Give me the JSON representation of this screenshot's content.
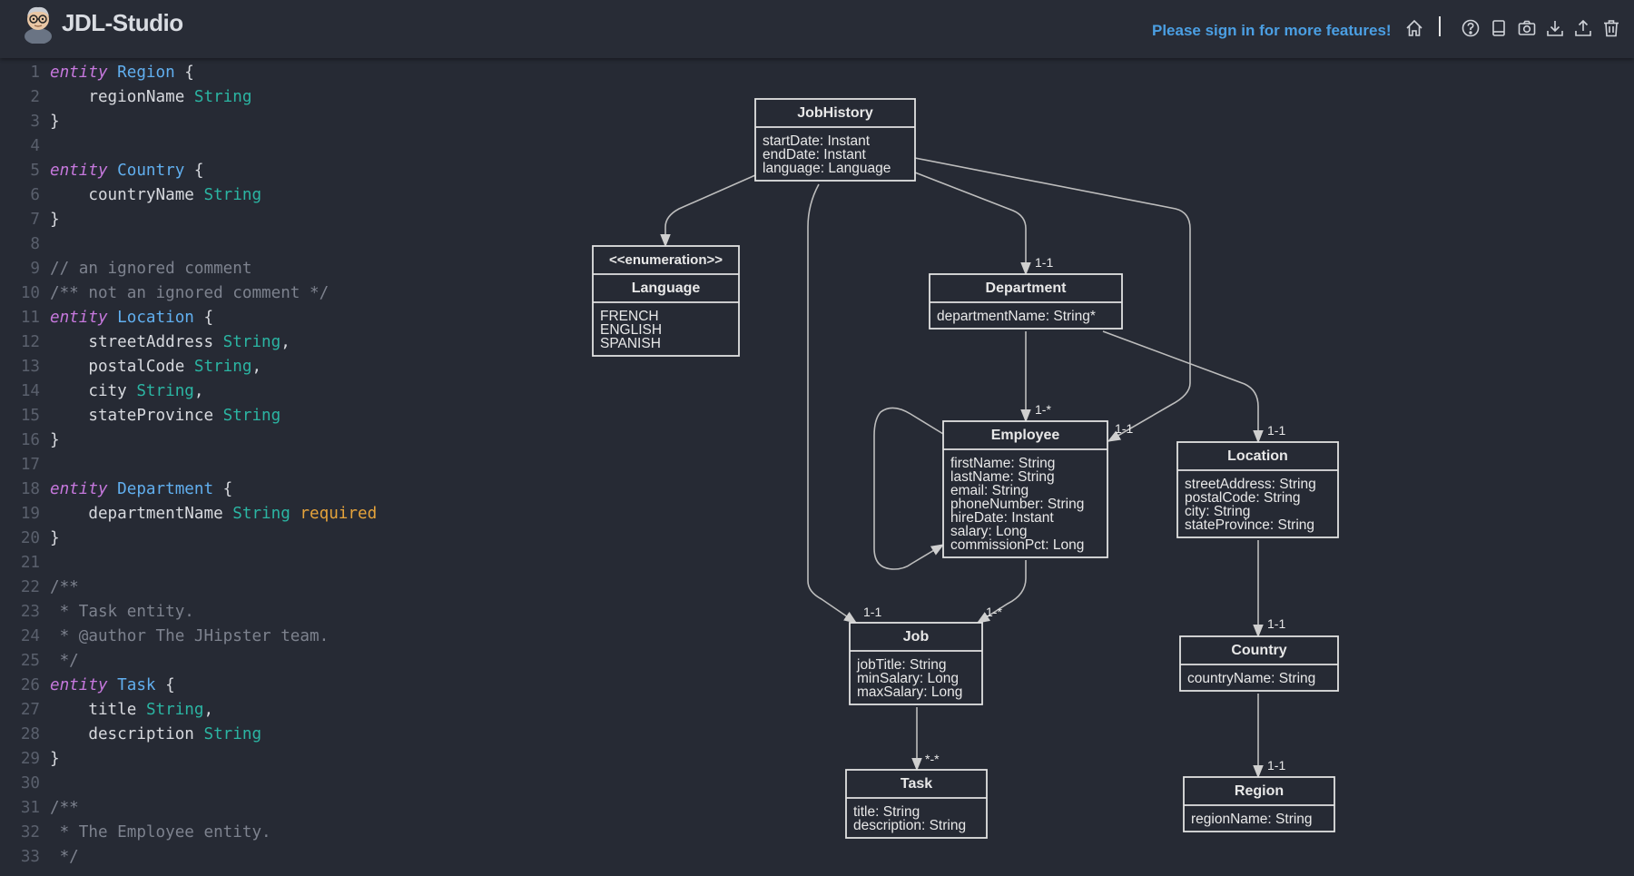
{
  "header": {
    "title": "JDL-Studio",
    "signin": "Please sign in for more features!",
    "icons": [
      "home-icon",
      "help-icon",
      "bookmark-icon",
      "camera-icon",
      "download-icon",
      "upload-icon",
      "trash-icon"
    ]
  },
  "colors": {
    "background": "#262a34",
    "keyword": "#c678dd",
    "entity_name": "#61afef",
    "type": "#2bb5a3",
    "required": "#e5a33b",
    "comment": "#7d828e",
    "link": "#4b9fe3"
  },
  "editor": {
    "lines": [
      [
        [
          "kw",
          "entity"
        ],
        [
          "p",
          " "
        ],
        [
          "ent",
          "Region"
        ],
        [
          "p",
          " {"
        ]
      ],
      [
        [
          "p",
          "    "
        ],
        [
          "f",
          "regionName"
        ],
        [
          "p",
          " "
        ],
        [
          "type",
          "String"
        ]
      ],
      [
        [
          "p",
          "}"
        ]
      ],
      [],
      [
        [
          "kw",
          "entity"
        ],
        [
          "p",
          " "
        ],
        [
          "ent",
          "Country"
        ],
        [
          "p",
          " {"
        ]
      ],
      [
        [
          "p",
          "    "
        ],
        [
          "f",
          "countryName"
        ],
        [
          "p",
          " "
        ],
        [
          "type",
          "String"
        ]
      ],
      [
        [
          "p",
          "}"
        ]
      ],
      [],
      [
        [
          "com",
          "// an ignored comment"
        ]
      ],
      [
        [
          "com",
          "/** not an ignored comment */"
        ]
      ],
      [
        [
          "kw",
          "entity"
        ],
        [
          "p",
          " "
        ],
        [
          "ent",
          "Location"
        ],
        [
          "p",
          " {"
        ]
      ],
      [
        [
          "p",
          "    "
        ],
        [
          "f",
          "streetAddress"
        ],
        [
          "p",
          " "
        ],
        [
          "type",
          "String"
        ],
        [
          "p",
          ","
        ]
      ],
      [
        [
          "p",
          "    "
        ],
        [
          "f",
          "postalCode"
        ],
        [
          "p",
          " "
        ],
        [
          "type",
          "String"
        ],
        [
          "p",
          ","
        ]
      ],
      [
        [
          "p",
          "    "
        ],
        [
          "f",
          "city"
        ],
        [
          "p",
          " "
        ],
        [
          "type",
          "String"
        ],
        [
          "p",
          ","
        ]
      ],
      [
        [
          "p",
          "    "
        ],
        [
          "f",
          "stateProvince"
        ],
        [
          "p",
          " "
        ],
        [
          "type",
          "String"
        ]
      ],
      [
        [
          "p",
          "}"
        ]
      ],
      [],
      [
        [
          "kw",
          "entity"
        ],
        [
          "p",
          " "
        ],
        [
          "ent",
          "Department"
        ],
        [
          "p",
          " {"
        ]
      ],
      [
        [
          "p",
          "    "
        ],
        [
          "f",
          "departmentName"
        ],
        [
          "p",
          " "
        ],
        [
          "type",
          "String"
        ],
        [
          "p",
          " "
        ],
        [
          "req",
          "required"
        ]
      ],
      [
        [
          "p",
          "}"
        ]
      ],
      [],
      [
        [
          "com",
          "/**"
        ]
      ],
      [
        [
          "com",
          " * Task entity."
        ]
      ],
      [
        [
          "com",
          " * @author The JHipster team."
        ]
      ],
      [
        [
          "com",
          " */"
        ]
      ],
      [
        [
          "kw",
          "entity"
        ],
        [
          "p",
          " "
        ],
        [
          "ent",
          "Task"
        ],
        [
          "p",
          " {"
        ]
      ],
      [
        [
          "p",
          "    "
        ],
        [
          "f",
          "title"
        ],
        [
          "p",
          " "
        ],
        [
          "type",
          "String"
        ],
        [
          "p",
          ","
        ]
      ],
      [
        [
          "p",
          "    "
        ],
        [
          "f",
          "description"
        ],
        [
          "p",
          " "
        ],
        [
          "type",
          "String"
        ]
      ],
      [
        [
          "p",
          "}"
        ]
      ],
      [],
      [
        [
          "com",
          "/**"
        ]
      ],
      [
        [
          "com",
          " * The Employee entity."
        ]
      ],
      [
        [
          "com",
          " */"
        ]
      ]
    ]
  },
  "diagram": {
    "boxes": [
      {
        "id": "jobhistory",
        "stereotype": "",
        "title": "JobHistory",
        "fields": [
          "startDate: Instant",
          "endDate: Instant",
          "language: Language"
        ]
      },
      {
        "id": "language",
        "stereotype": "<<enumeration>>",
        "title": "Language",
        "fields": [
          "FRENCH",
          "ENGLISH",
          "SPANISH"
        ]
      },
      {
        "id": "department",
        "stereotype": "",
        "title": "Department",
        "fields": [
          "departmentName: String*"
        ]
      },
      {
        "id": "employee",
        "stereotype": "",
        "title": "Employee",
        "fields": [
          "firstName: String",
          "lastName: String",
          "email: String",
          "phoneNumber: String",
          "hireDate: Instant",
          "salary: Long",
          "commissionPct: Long"
        ]
      },
      {
        "id": "location",
        "stereotype": "",
        "title": "Location",
        "fields": [
          "streetAddress: String",
          "postalCode: String",
          "city: String",
          "stateProvince: String"
        ]
      },
      {
        "id": "job",
        "stereotype": "",
        "title": "Job",
        "fields": [
          "jobTitle: String",
          "minSalary: Long",
          "maxSalary: Long"
        ]
      },
      {
        "id": "country",
        "stereotype": "",
        "title": "Country",
        "fields": [
          "countryName: String"
        ]
      },
      {
        "id": "task",
        "stereotype": "",
        "title": "Task",
        "fields": [
          "title: String",
          "description: String"
        ]
      },
      {
        "id": "region",
        "stereotype": "",
        "title": "Region",
        "fields": [
          "regionName: String"
        ]
      }
    ],
    "edges": [
      {
        "id": "jh-lang",
        "label": ""
      },
      {
        "id": "jh-dept",
        "label": "1-1"
      },
      {
        "id": "jh-emp",
        "label": "1-1"
      },
      {
        "id": "jh-job",
        "label": "1-1"
      },
      {
        "id": "dept-emp",
        "label": "1-*"
      },
      {
        "id": "dept-loc",
        "label": "1-1"
      },
      {
        "id": "emp-self",
        "label": ""
      },
      {
        "id": "emp-job",
        "label": "1-*"
      },
      {
        "id": "loc-country",
        "label": "1-1"
      },
      {
        "id": "job-task",
        "label": "*-*"
      },
      {
        "id": "country-region",
        "label": "1-1"
      }
    ]
  }
}
